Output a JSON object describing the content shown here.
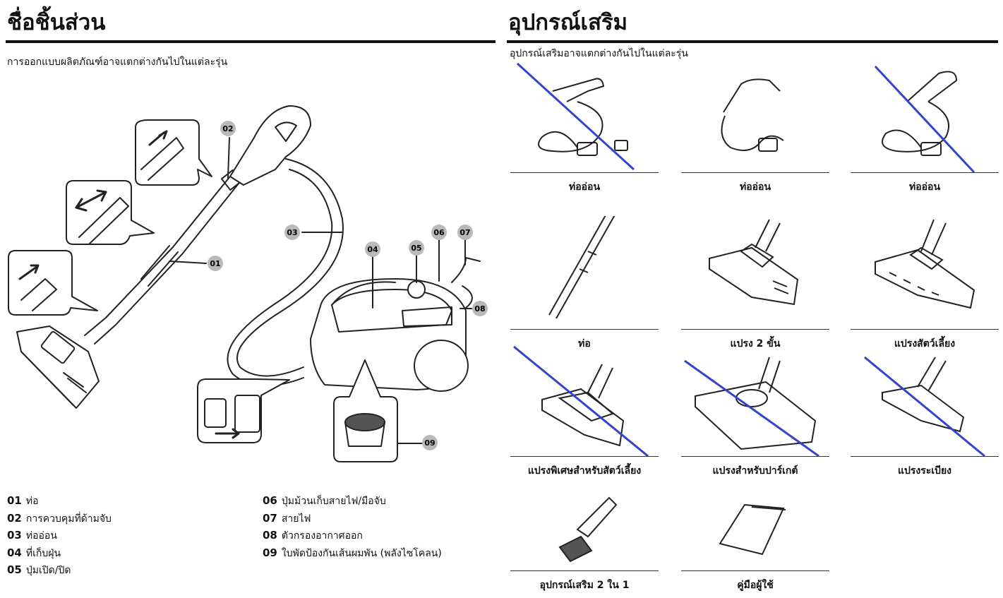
{
  "parts_section": {
    "title": "ชื่อชิ้นส่วน",
    "note": "การออกแบบผลิตภัณฑ์อาจแตกต่างกันไปในแต่ละรุ่น",
    "callouts": [
      "01",
      "02",
      "03",
      "04",
      "05",
      "06",
      "07",
      "08",
      "09"
    ],
    "legend_left": [
      {
        "num": "01",
        "label": "ท่อ"
      },
      {
        "num": "02",
        "label": "การควบคุมที่ด้ามจับ"
      },
      {
        "num": "03",
        "label": "ท่ออ่อน"
      },
      {
        "num": "04",
        "label": "ที่เก็บฝุ่น"
      },
      {
        "num": "05",
        "label": "ปุ่มเปิด/ปิด"
      }
    ],
    "legend_right": [
      {
        "num": "06",
        "label": "ปุ่มม้วนเก็บสายไฟ/มือจับ"
      },
      {
        "num": "07",
        "label": "สายไฟ"
      },
      {
        "num": "08",
        "label": "ตัวกรองอากาศออก"
      },
      {
        "num": "09",
        "label": "ใบพัดป้องกันเส้นผมพัน (พลังไซโคลน)"
      }
    ]
  },
  "accessories_section": {
    "title": "อุปกรณ์เสริม",
    "note": "อุปกรณ์เสริมอาจแตกต่างกันไปในแต่ละรุ่น",
    "items": [
      {
        "label": "ท่ออ่อน",
        "icon": "hose-with-handle-grip-icon",
        "crossed_out": true
      },
      {
        "label": "ท่ออ่อน",
        "icon": "hose-icon",
        "crossed_out": false
      },
      {
        "label": "ท่ออ่อน",
        "icon": "hose-with-handle-control-icon",
        "crossed_out": true
      },
      {
        "label": "ท่อ",
        "icon": "telescopic-pipe-icon",
        "crossed_out": false
      },
      {
        "label": "แปรง 2 ขั้น",
        "icon": "two-step-brush-icon",
        "crossed_out": false
      },
      {
        "label": "แปรงสัตว์เลี้ยง",
        "icon": "pet-brush-icon",
        "crossed_out": false
      },
      {
        "label": "แปรงพิเศษสำหรับสัตว์เลี้ยง",
        "icon": "turbo-pet-brush-icon",
        "crossed_out": true
      },
      {
        "label": "แปรงสำหรับปาร์เกต์",
        "icon": "parquet-brush-icon",
        "crossed_out": true
      },
      {
        "label": "แปรงระเบียง",
        "icon": "floor-brush-icon",
        "crossed_out": true
      },
      {
        "label": "อุปกรณ์เสริม 2 ใน 1",
        "icon": "two-in-one-tool-icon",
        "crossed_out": false
      },
      {
        "label": "คู่มือผู้ใช้",
        "icon": "user-manual-icon",
        "crossed_out": false
      }
    ],
    "cross_color": "#3344cc"
  }
}
